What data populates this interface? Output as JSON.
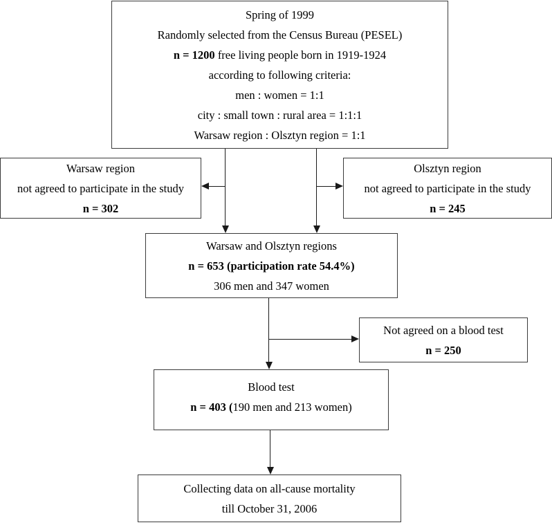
{
  "figure": {
    "type": "flowchart",
    "orientation": "top-to-bottom",
    "background_color": "#ffffff",
    "line_color": "#1a1a1a",
    "box_border_color": "#3a3a3a"
  },
  "nodes": {
    "enrollment": {
      "id": "enrollment",
      "lines": [
        {
          "text": "Spring of 1999",
          "bold": false
        },
        {
          "text": "Randomly selected from the Census Bureau (PESEL)",
          "bold": false
        },
        {
          "text_bold": "n = 1200",
          "text_rest": " free living people born in 1919-1924",
          "mixed": true
        },
        {
          "text": "according to following criteria:",
          "bold": false
        },
        {
          "text": "men : women = 1:1",
          "bold": false
        },
        {
          "text": "city : small town : rural area = 1:1:1",
          "bold": false
        },
        {
          "text": "Warsaw region : Olsztyn region = 1:1",
          "bold": false
        }
      ]
    },
    "warsaw_refused": {
      "id": "warsaw_refused",
      "lines": [
        {
          "text": "Warsaw region",
          "bold": false
        },
        {
          "text": "not agreed to participate in the study",
          "bold": false
        },
        {
          "text": "n = 302",
          "bold": true
        }
      ]
    },
    "olsztyn_refused": {
      "id": "olsztyn_refused",
      "lines": [
        {
          "text": "Olsztyn region",
          "bold": false
        },
        {
          "text": "not agreed to participate in the study",
          "bold": false
        },
        {
          "text": "n = 245",
          "bold": true
        }
      ]
    },
    "participants": {
      "id": "participants",
      "lines": [
        {
          "text": "Warsaw and Olsztyn regions",
          "bold": false
        },
        {
          "text": "n = 653 (participation rate 54.4%)",
          "bold": true
        },
        {
          "text": "306 men and 347 women",
          "bold": false
        }
      ]
    },
    "blood_refused": {
      "id": "blood_refused",
      "lines": [
        {
          "text": "Not agreed on a blood test",
          "bold": false
        },
        {
          "text": "n = 250",
          "bold": true
        }
      ]
    },
    "blood_test": {
      "id": "blood_test",
      "lines": [
        {
          "text": "Blood test",
          "bold": false
        },
        {
          "text_bold": "n = 403 (",
          "text_rest": "190 men and 213 women)",
          "mixed": true
        }
      ]
    },
    "followup": {
      "id": "followup",
      "lines": [
        {
          "text": "Collecting data on all-cause mortality",
          "bold": false
        },
        {
          "text": "till  October 31, 2006",
          "bold": false
        }
      ]
    }
  },
  "text": {
    "enrollment_l1": "Spring of 1999",
    "enrollment_l2": "Randomly selected from the Census Bureau (PESEL)",
    "enrollment_l3_bold": "n = 1200",
    "enrollment_l3_rest": " free living people born in 1919-1924",
    "enrollment_l4": "according to following criteria:",
    "enrollment_l5": "men : women = 1:1",
    "enrollment_l6": "city : small town : rural area = 1:1:1",
    "enrollment_l7": "Warsaw region : Olsztyn region = 1:1",
    "warsaw_l1": "Warsaw region",
    "warsaw_l2": "not agreed to participate in the study",
    "warsaw_l3": "n = 302",
    "olsztyn_l1": "Olsztyn region",
    "olsztyn_l2": "not agreed to participate in the study",
    "olsztyn_l3": "n = 245",
    "participants_l1": "Warsaw and Olsztyn regions",
    "participants_l2": "n = 653 (participation rate 54.4%)",
    "participants_l3": "306 men and 347 women",
    "blood_refused_l1": "Not agreed on a blood test",
    "blood_refused_l2": "n = 250",
    "blood_test_l1": "Blood test",
    "blood_test_l2_bold": "n = 403 (",
    "blood_test_l2_rest": "190 men and 213 women)",
    "followup_l1": "Collecting data on all-cause mortality",
    "followup_l2": "till  October 31, 2006"
  }
}
